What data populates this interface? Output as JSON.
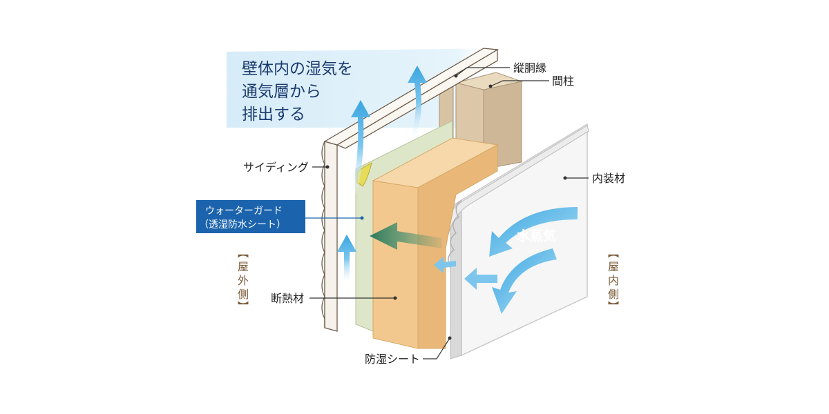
{
  "callout": {
    "lines": [
      "壁体内の湿気を",
      "通気層から",
      "排出する"
    ]
  },
  "labels": {
    "tatedobuchi": "縦胴縁",
    "mabashira": "間柱",
    "siding": "サイディング",
    "naisouzai": "内装材",
    "dannetsuzai": "断熱材",
    "boushitsu_sheet": "防湿シート",
    "water_guard_line1": "ウォーターガード",
    "water_guard_line2": "（透湿防水シート）",
    "water_vapor": "水蒸気"
  },
  "sides": {
    "outside": [
      "屋",
      "外",
      "側"
    ],
    "inside": [
      "屋",
      "内",
      "側"
    ]
  },
  "colors": {
    "callout_bg": "#dbeef8",
    "arrow_blue": "#5ab4e6",
    "arrow_blue_light": "#cfe9f7",
    "badge_bg": "#1b63ad",
    "insulation_front": "#f2c88e",
    "insulation_top": "#f6d8aa",
    "insulation_side": "#e9b878",
    "stud": "#d7c3a4",
    "stud_top": "#e7d7bd",
    "furring": "#d8c3a3",
    "siding": "#f7f2ec",
    "membrane": "#dde6c8",
    "membrane_yellow": "#e7dc5a",
    "board": "#f4f4f4",
    "board_edge": "#bdbdbd",
    "green_arrow": "#3e8c6e",
    "bracket_brown": "#7a5a36"
  },
  "icons": {
    "flow_arrows": "up-arrow-icon",
    "vapor_arrow": "curved-arrow-icon",
    "passage_arrow": "left-arrow-icon"
  }
}
